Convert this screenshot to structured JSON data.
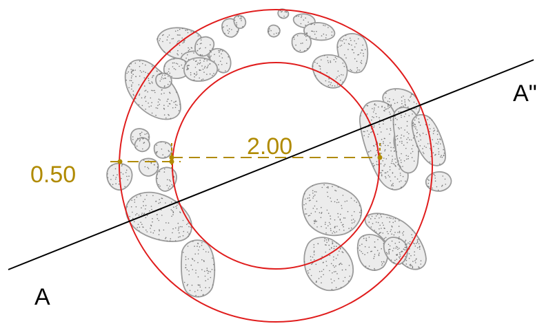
{
  "labels": {
    "start": "A",
    "end": "A\"",
    "outer_dimension": "2.00",
    "inner_dimension": "0.50"
  },
  "colors": {
    "circle": "#e01c1c",
    "section_line": "#000000",
    "dimension": "#b08a00",
    "grain_outline": "#9a9a9a",
    "grain_dot": "#777777",
    "grain_fill": "#ececec"
  }
}
